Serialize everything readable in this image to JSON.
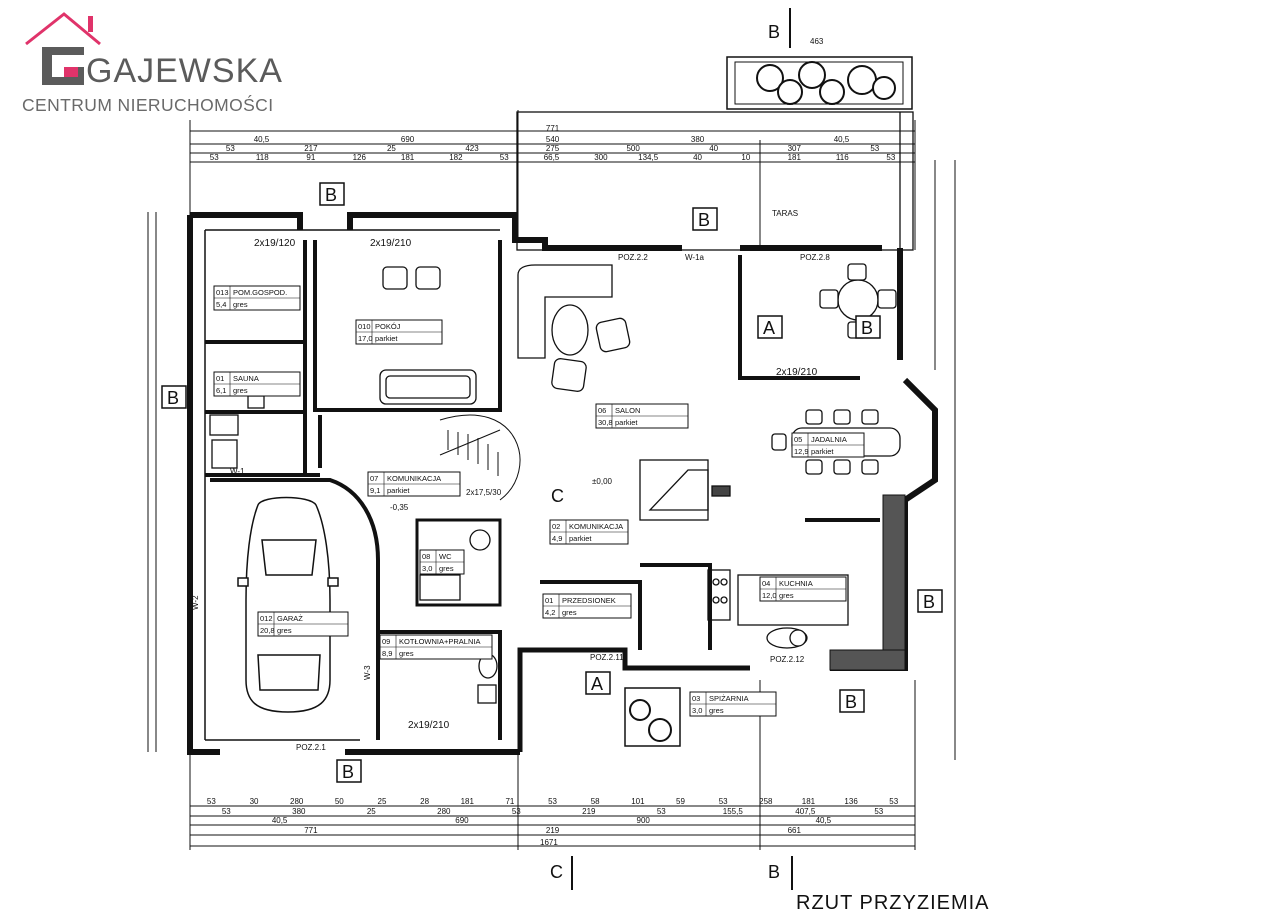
{
  "brand": {
    "name": "GAJEWSKA",
    "subtitle": "CENTRUM NIERUCHOMOŚCI",
    "colors": {
      "roof": "#e0336a",
      "logo_grey": "#5b5b5b",
      "logo_red": "#e0336a"
    },
    "icon": "house-roof-logo-icon"
  },
  "plan_title": "RZUT PRZYZIEMIA",
  "section_marks": [
    "A",
    "B",
    "C"
  ],
  "rooms": [
    {
      "num": "013",
      "name": "POM.GOSPOD.",
      "area": "5,4",
      "floor": "gres"
    },
    {
      "num": "01",
      "name": "SAUNA",
      "area": "6,1",
      "floor": "gres"
    },
    {
      "num": "010",
      "name": "POKÓJ",
      "area": "17,0",
      "floor": "parkiet"
    },
    {
      "num": "06",
      "name": "SALON",
      "area": "30,8",
      "floor": "parkiet"
    },
    {
      "num": "05",
      "name": "JADALNIA",
      "area": "12,9",
      "floor": "parkiet"
    },
    {
      "num": "07",
      "name": "KOMUNIKACJA",
      "area": "9,1",
      "floor": "parkiet"
    },
    {
      "num": "02",
      "name": "KOMUNIKACJA",
      "area": "4,9",
      "floor": "parkiet"
    },
    {
      "num": "08",
      "name": "WC",
      "area": "3,0",
      "floor": "gres"
    },
    {
      "num": "01",
      "name": "PRZEDSIONEK",
      "area": "4,2",
      "floor": "gres"
    },
    {
      "num": "04",
      "name": "KUCHNIA",
      "area": "12,0",
      "floor": "gres"
    },
    {
      "num": "012",
      "name": "GARAŻ",
      "area": "20,8",
      "floor": "gres"
    },
    {
      "num": "09",
      "name": "KOTŁOWNIA+PRALNIA",
      "area": "8,9",
      "floor": "gres"
    },
    {
      "num": "03",
      "name": "SPIŻARNIA",
      "area": "3,0",
      "floor": "gres"
    }
  ],
  "labels": {
    "taras": "TARAS",
    "poz_22": "POZ.2.2",
    "poz_28": "POZ.2.8",
    "poz_21": "POZ.2.1",
    "poz_211": "POZ.2.11",
    "poz_212": "POZ.2.12",
    "door_2x19_120": "2x19/120",
    "door_2x19_210a": "2x19/210",
    "door_2x19_210b": "2x19/210",
    "door_2x19_210c": "2x19/210",
    "door_2x17": "2x17,5/30",
    "w1": "W-1",
    "w1a": "W-1a",
    "w2": "W-2",
    "w3": "W-3",
    "level": "±0,00",
    "level2": "-0,35"
  },
  "dimensions": {
    "top_row1": [
      "771"
    ],
    "top_row2": [
      "40,5",
      "690",
      "540",
      "380",
      "40,5"
    ],
    "top_row3": [
      "53",
      "217",
      "25",
      "423",
      "275",
      "500",
      "40",
      "307",
      "53"
    ],
    "top_row4": [
      "53",
      "118",
      "91",
      "126",
      "181",
      "182",
      "53",
      "66,5",
      "300",
      "134,5",
      "40",
      "10",
      "181",
      "116",
      "53"
    ],
    "top_box": "463",
    "bottom_row1": [
      "53",
      "30",
      "280",
      "50",
      "25",
      "28",
      "181",
      "71",
      "53",
      "58",
      "101",
      "59",
      "53",
      "258",
      "181",
      "136",
      "53"
    ],
    "bottom_row2": [
      "53",
      "380",
      "25",
      "280",
      "53",
      "219",
      "53",
      "155,5",
      "407,5",
      "53"
    ],
    "bottom_row3": [
      "40,5",
      "690",
      "900",
      "40,5"
    ],
    "bottom_row4": [
      "771",
      "219",
      "661"
    ],
    "bottom_total": "1671"
  }
}
